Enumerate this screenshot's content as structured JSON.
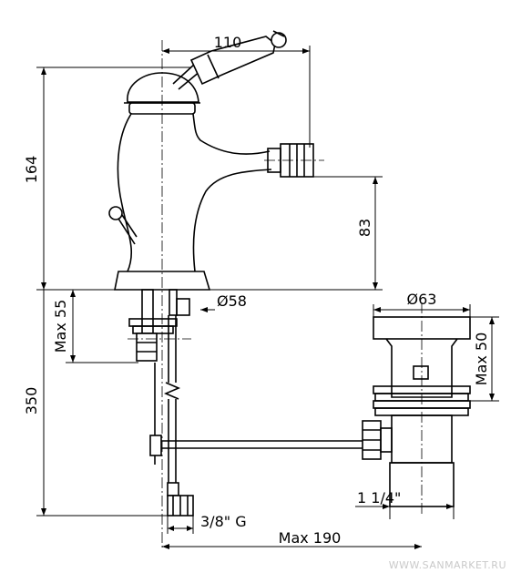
{
  "dimensions": {
    "spout_reach": "110",
    "total_height": "164",
    "spout_height": "83",
    "base_diameter": "Ø58",
    "max_deck_thickness": "Max 55",
    "hose_length": "350",
    "supply_connection": "3/8\" G",
    "max_drain_reach": "Max 190",
    "waste_diameter": "Ø63",
    "waste_max_height": "Max 50",
    "waste_thread": "1 1/4\""
  },
  "watermark": "WWW.SANMARKET.RU"
}
